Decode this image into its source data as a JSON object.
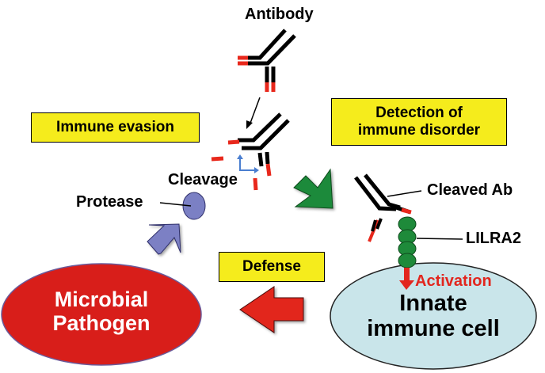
{
  "diagram": {
    "title": "Antibody cleavage by microbial protease detected via LILRA2",
    "colors": {
      "yellow_box": "#f5ec1c",
      "antibody_heavy": "#000000",
      "antibody_tip": "#e8281c",
      "protease": "#7b80c4",
      "pathogen": "#d81e1a",
      "innate_cell": "#c9e5ea",
      "lilra2": "#1e8a3a",
      "green_arrow": "#1e8a3a",
      "red_arrow": "#e2261e",
      "cleavage_arrows": "#4a7ed0"
    },
    "labels": {
      "antibody": "Antibody",
      "immune_evasion": "Immune evasion",
      "detection": [
        "Detection of",
        "immune disorder"
      ],
      "cleavage": "Cleavage",
      "protease": "Protease",
      "cleaved_ab": "Cleaved Ab",
      "lilra2": "LILRA2",
      "defense": "Defense",
      "activation": "Activation",
      "pathogen": [
        "Microbial",
        "Pathogen"
      ],
      "innate_cell": [
        "Innate",
        "immune cell"
      ]
    },
    "nodes": [
      {
        "id": "antibody",
        "label": "Antibody"
      },
      {
        "id": "cleaved-antibody",
        "label": "Cleavage"
      },
      {
        "id": "protease",
        "label": "Protease"
      },
      {
        "id": "pathogen",
        "label": "Microbial Pathogen"
      },
      {
        "id": "cleaved-ab-bound",
        "label": "Cleaved Ab"
      },
      {
        "id": "lilra2",
        "label": "LILRA2"
      },
      {
        "id": "innate-cell",
        "label": "Innate immune cell"
      }
    ],
    "edges": [
      {
        "from": "antibody",
        "to": "cleaved-antibody",
        "label": ""
      },
      {
        "from": "pathogen",
        "to": "protease",
        "label": ""
      },
      {
        "from": "cleaved-antibody",
        "to": "cleaved-ab-bound",
        "label": "Detection of immune disorder"
      },
      {
        "from": "lilra2",
        "to": "innate-cell",
        "label": "Activation"
      },
      {
        "from": "innate-cell",
        "to": "pathogen",
        "label": "Defense"
      }
    ]
  }
}
